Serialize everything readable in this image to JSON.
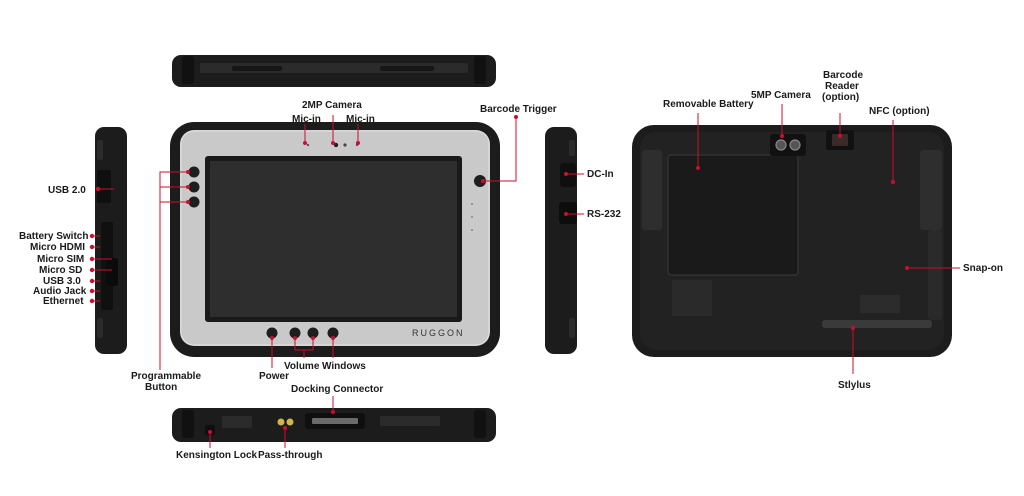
{
  "front_view": {
    "labels": {
      "usb20": "USB 2.0",
      "battery_switch": "Battery Switch",
      "micro_hdmi": "Micro HDMI",
      "micro_sim": "Micro SIM",
      "micro_sd": "Micro SD",
      "usb30": "USB 3.0",
      "audio_jack": "Audio Jack",
      "ethernet": "Ethernet",
      "camera_2mp": "2MP Camera",
      "mic_in_left": "Mic-in",
      "mic_in_right": "Mic-in",
      "barcode_trigger": "Barcode Trigger",
      "dc_in": "DC-In",
      "rs232": "RS-232",
      "programmable_button_line1": "Programmable",
      "programmable_button_line2": "Button",
      "power": "Power",
      "volume": "Volume",
      "windows": "Windows",
      "docking_connector": "Docking Connector",
      "kensington_lock": "Kensington Lock",
      "pass_through": "Pass-through"
    },
    "brand_logo": "RUGGON"
  },
  "back_view": {
    "labels": {
      "removable_battery": "Removable Battery",
      "camera_5mp": "5MP Camera",
      "barcode_reader_line1": "Barcode",
      "barcode_reader_line2": "Reader",
      "barcode_reader_line3": "(option)",
      "nfc": "NFC (option)",
      "snap_on": "Snap-on",
      "stylus": "Stlylus"
    }
  },
  "colors": {
    "leader": "#c8102e",
    "body": "#1c1c1c",
    "bezel": "#c9c9c9",
    "screen": "#2e2e2e"
  }
}
